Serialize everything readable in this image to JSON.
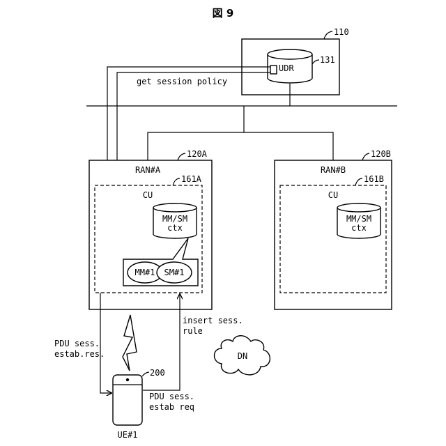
{
  "figure": {
    "title": "図 9"
  },
  "udr_system": {
    "ref": "110",
    "db_label": "UDR",
    "db_ref": "131"
  },
  "ran_a": {
    "ref": "120A",
    "name": "RAN#A",
    "cu_ref": "161A",
    "cu_label": "CU",
    "db_line1": "MM/SM",
    "db_line2": "ctx",
    "mm_label": "MM#1",
    "sm_label": "SM#1"
  },
  "ran_b": {
    "ref": "120B",
    "name": "RAN#B",
    "cu_ref": "161B",
    "cu_label": "CU",
    "db_line1": "MM/SM",
    "db_line2": "ctx"
  },
  "ue": {
    "ref": "200",
    "name": "UE#1"
  },
  "dn": {
    "label": "DN"
  },
  "messages": {
    "get_policy": "get session policy",
    "insert_line1": "insert sess.",
    "insert_line2": "rule",
    "estab_res_line1": "PDU sess.",
    "estab_res_line2": "estab.res.",
    "estab_req_line1": "PDU sess.",
    "estab_req_line2": "estab req"
  }
}
